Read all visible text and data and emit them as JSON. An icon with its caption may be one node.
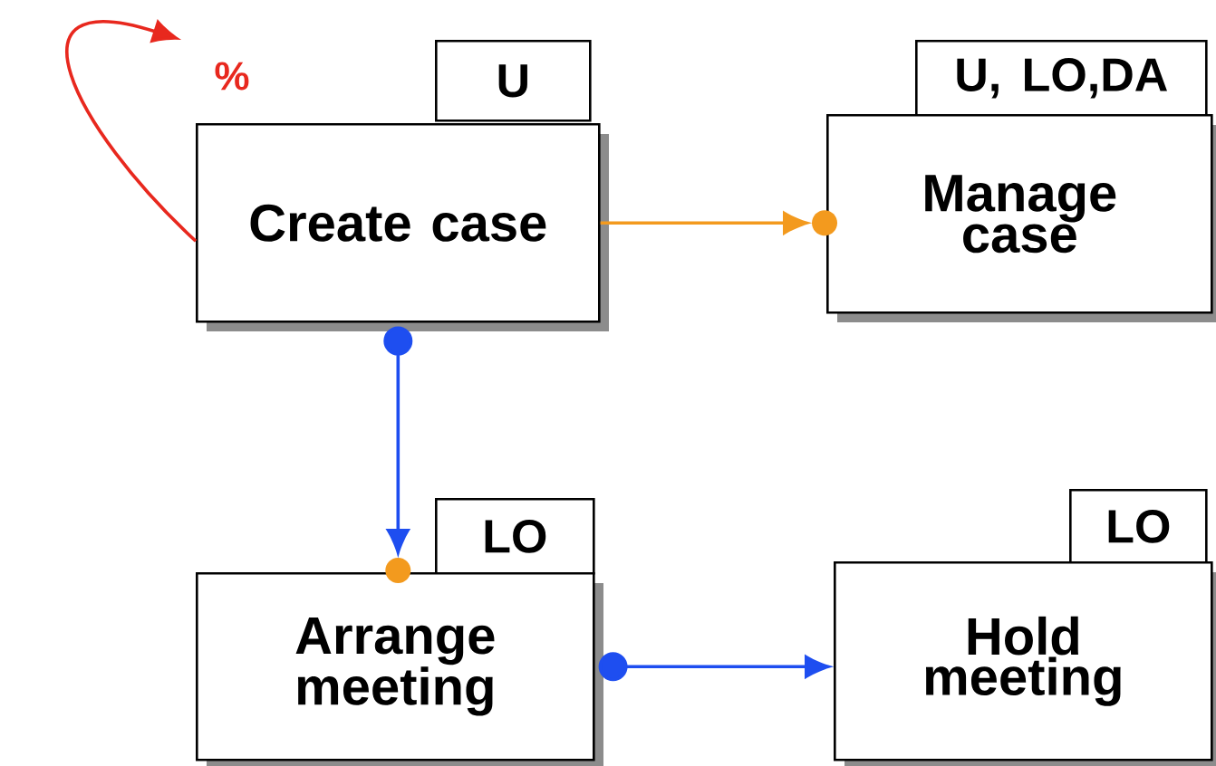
{
  "diagram": {
    "nodes": [
      {
        "text": [
          "U"
        ]
      },
      {
        "text": [
          "Create case"
        ]
      },
      {
        "text": [
          "U, LO,DA"
        ]
      },
      {
        "text": [
          "Manage case"
        ]
      },
      {
        "text": [
          "LO"
        ]
      },
      {
        "text": [
          "Arrange meeting"
        ]
      },
      {
        "text": [
          "LO"
        ]
      },
      {
        "text": [
          "Hold meeting"
        ]
      }
    ],
    "edges": [
      {
        "from": 1,
        "to": null,
        "arrow": "to",
        "label": "%",
        "color": "#e8281e"
      },
      {
        "from": 1,
        "to": 3,
        "arrow": "to",
        "color": "#f39a1e"
      },
      {
        "from": 1,
        "to": 5,
        "arrow": "to",
        "color": "#1e4ef0"
      },
      {
        "from": 5,
        "to": 7,
        "arrow": "to",
        "color": "#1e4ef0"
      }
    ]
  }
}
